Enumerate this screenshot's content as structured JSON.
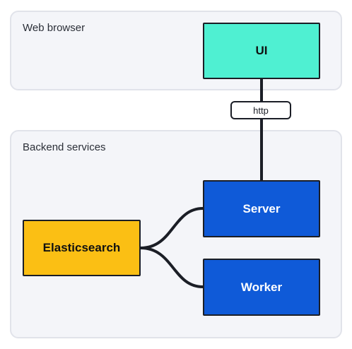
{
  "groups": {
    "web_browser": {
      "label": "Web browser"
    },
    "backend_services": {
      "label": "Backend services"
    }
  },
  "nodes": {
    "ui": {
      "label": "UI",
      "color": "#4ff0d2"
    },
    "server": {
      "label": "Server",
      "color": "#0f5ad8"
    },
    "worker": {
      "label": "Worker",
      "color": "#0f5ad8"
    },
    "elasticsearch": {
      "label": "Elasticsearch",
      "color": "#fbbf14"
    }
  },
  "edges": [
    {
      "from": "ui",
      "to": "server",
      "label": "http"
    },
    {
      "from": "elasticsearch",
      "to": "server",
      "label": ""
    },
    {
      "from": "elasticsearch",
      "to": "worker",
      "label": ""
    }
  ],
  "colors": {
    "group_background": "#f4f5f9",
    "group_border": "#e1e3ea",
    "stroke": "#1b1e26"
  }
}
